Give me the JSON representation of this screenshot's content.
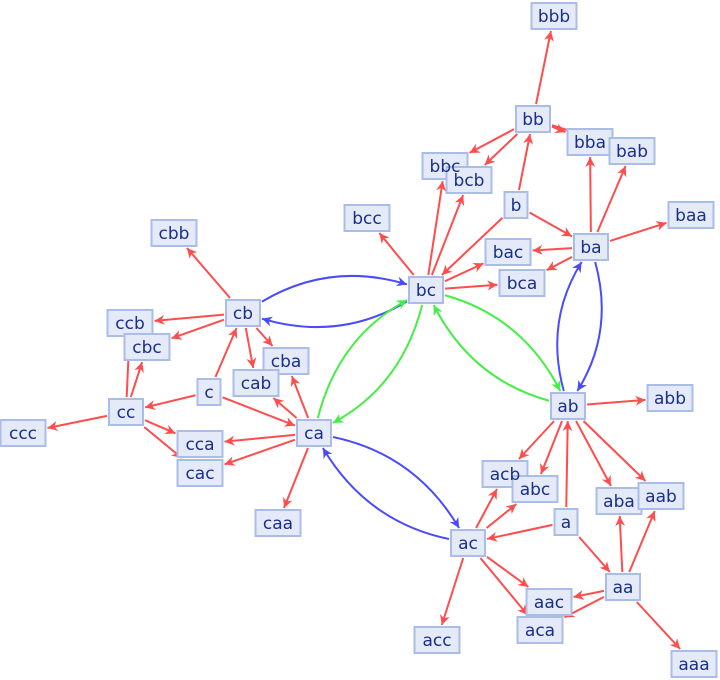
{
  "colors": {
    "red": "#ff4d4d",
    "blue": "#4a4aff",
    "green": "#44ee44",
    "node_fill": "#e4eaf8",
    "node_stroke": "#a9bde8",
    "label": "#1a2f8a"
  },
  "nodes": [
    {
      "label": "bbb"
    },
    {
      "label": "bb"
    },
    {
      "label": "bbc"
    },
    {
      "label": "bcb"
    },
    {
      "label": "bba"
    },
    {
      "label": "bab"
    },
    {
      "label": "b"
    },
    {
      "label": "bcc"
    },
    {
      "label": "baa"
    },
    {
      "label": "bac"
    },
    {
      "label": "ba"
    },
    {
      "label": "bca"
    },
    {
      "label": "bc"
    },
    {
      "label": "cbb"
    },
    {
      "label": "cb"
    },
    {
      "label": "ccb"
    },
    {
      "label": "cbc"
    },
    {
      "label": "cba"
    },
    {
      "label": "cab"
    },
    {
      "label": "c"
    },
    {
      "label": "cc"
    },
    {
      "label": "ccc"
    },
    {
      "label": "cca"
    },
    {
      "label": "ca"
    },
    {
      "label": "cac"
    },
    {
      "label": "caa"
    },
    {
      "label": "ab"
    },
    {
      "label": "abb"
    },
    {
      "label": "acb"
    },
    {
      "label": "abc"
    },
    {
      "label": "aba"
    },
    {
      "label": "aab"
    },
    {
      "label": "a"
    },
    {
      "label": "ac"
    },
    {
      "label": "aa"
    },
    {
      "label": "aac"
    },
    {
      "label": "aca"
    },
    {
      "label": "acc"
    },
    {
      "label": "aaa"
    }
  ],
  "edges": [
    {
      "from": "bb",
      "to": "bbb",
      "color": "red"
    },
    {
      "from": "bb",
      "to": "bbc",
      "color": "red"
    },
    {
      "from": "bb",
      "to": "bcb",
      "color": "red"
    },
    {
      "from": "bb",
      "to": "bba",
      "color": "red"
    },
    {
      "from": "bb",
      "to": "bab",
      "color": "red"
    },
    {
      "from": "b",
      "to": "bb",
      "color": "red"
    },
    {
      "from": "b",
      "to": "ba",
      "color": "red"
    },
    {
      "from": "b",
      "to": "bc",
      "color": "red"
    },
    {
      "from": "ba",
      "to": "bba",
      "color": "red"
    },
    {
      "from": "ba",
      "to": "bab",
      "color": "red"
    },
    {
      "from": "ba",
      "to": "baa",
      "color": "red"
    },
    {
      "from": "ba",
      "to": "bac",
      "color": "red"
    },
    {
      "from": "ba",
      "to": "bca",
      "color": "red"
    },
    {
      "from": "bc",
      "to": "bcc",
      "color": "red"
    },
    {
      "from": "bc",
      "to": "bbc",
      "color": "red"
    },
    {
      "from": "bc",
      "to": "bcb",
      "color": "red"
    },
    {
      "from": "bc",
      "to": "bac",
      "color": "red"
    },
    {
      "from": "bc",
      "to": "bca",
      "color": "red"
    },
    {
      "from": "cb",
      "to": "cbb",
      "color": "red"
    },
    {
      "from": "cb",
      "to": "ccb",
      "color": "red"
    },
    {
      "from": "cb",
      "to": "cbc",
      "color": "red"
    },
    {
      "from": "cb",
      "to": "cab",
      "color": "red"
    },
    {
      "from": "cb",
      "to": "cba",
      "color": "red"
    },
    {
      "from": "c",
      "to": "cb",
      "color": "red"
    },
    {
      "from": "c",
      "to": "cc",
      "color": "red"
    },
    {
      "from": "c",
      "to": "ca",
      "color": "red"
    },
    {
      "from": "cc",
      "to": "ccb",
      "color": "red"
    },
    {
      "from": "cc",
      "to": "cbc",
      "color": "red"
    },
    {
      "from": "cc",
      "to": "ccc",
      "color": "red"
    },
    {
      "from": "cc",
      "to": "cca",
      "color": "red"
    },
    {
      "from": "cc",
      "to": "cac",
      "color": "red"
    },
    {
      "from": "ca",
      "to": "cab",
      "color": "red"
    },
    {
      "from": "ca",
      "to": "cba",
      "color": "red"
    },
    {
      "from": "ca",
      "to": "cca",
      "color": "red"
    },
    {
      "from": "ca",
      "to": "cac",
      "color": "red"
    },
    {
      "from": "ca",
      "to": "caa",
      "color": "red"
    },
    {
      "from": "ab",
      "to": "abb",
      "color": "red"
    },
    {
      "from": "ab",
      "to": "acb",
      "color": "red"
    },
    {
      "from": "ab",
      "to": "abc",
      "color": "red"
    },
    {
      "from": "ab",
      "to": "aba",
      "color": "red"
    },
    {
      "from": "ab",
      "to": "aab",
      "color": "red"
    },
    {
      "from": "a",
      "to": "ab",
      "color": "red"
    },
    {
      "from": "a",
      "to": "ac",
      "color": "red"
    },
    {
      "from": "a",
      "to": "aa",
      "color": "red"
    },
    {
      "from": "ac",
      "to": "acb",
      "color": "red"
    },
    {
      "from": "ac",
      "to": "abc",
      "color": "red"
    },
    {
      "from": "ac",
      "to": "aac",
      "color": "red"
    },
    {
      "from": "ac",
      "to": "aca",
      "color": "red"
    },
    {
      "from": "ac",
      "to": "acc",
      "color": "red"
    },
    {
      "from": "aa",
      "to": "aba",
      "color": "red"
    },
    {
      "from": "aa",
      "to": "aab",
      "color": "red"
    },
    {
      "from": "aa",
      "to": "aac",
      "color": "red"
    },
    {
      "from": "aa",
      "to": "aca",
      "color": "red"
    },
    {
      "from": "aa",
      "to": "aaa",
      "color": "red"
    },
    {
      "from": "cb",
      "to": "bc",
      "color": "blue",
      "curved": true
    },
    {
      "from": "bc",
      "to": "cb",
      "color": "blue",
      "curved": true
    },
    {
      "from": "ab",
      "to": "ba",
      "color": "blue",
      "curved": true
    },
    {
      "from": "ba",
      "to": "ab",
      "color": "blue",
      "curved": true
    },
    {
      "from": "ca",
      "to": "ac",
      "color": "blue",
      "curved": true
    },
    {
      "from": "ac",
      "to": "ca",
      "color": "blue",
      "curved": true
    },
    {
      "from": "bc",
      "to": "ca",
      "color": "green",
      "curved": true
    },
    {
      "from": "ca",
      "to": "bc",
      "color": "green",
      "curved": true
    },
    {
      "from": "bc",
      "to": "ab",
      "color": "green",
      "curved": true
    },
    {
      "from": "ab",
      "to": "bc",
      "color": "green",
      "curved": true
    }
  ]
}
